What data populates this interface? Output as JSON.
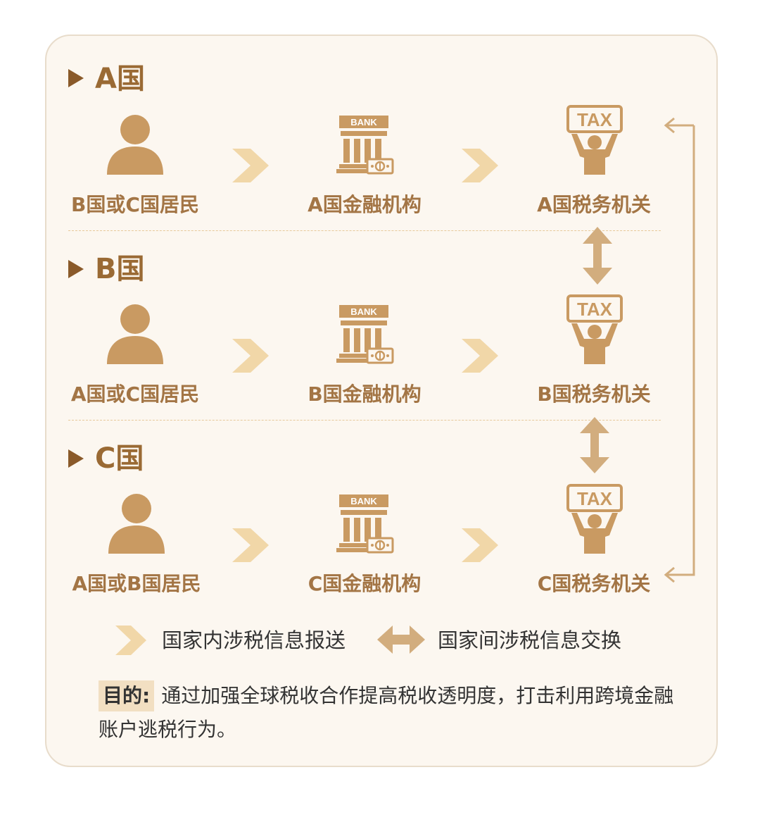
{
  "sections": [
    {
      "title": "A国",
      "resident_label": "B国或C国居民",
      "bank_label": "A国金融机构",
      "tax_label": "A国税务机关"
    },
    {
      "title": "B国",
      "resident_label": "A国或C国居民",
      "bank_label": "B国金融机构",
      "tax_label": "B国税务机关"
    },
    {
      "title": "C国",
      "resident_label": "A国或B国居民",
      "bank_label": "C国金融机构",
      "tax_label": "C国税务机关"
    }
  ],
  "icons": {
    "bank_text": "BANK",
    "tax_text": "TAX"
  },
  "legend": {
    "domestic": "国家内涉税信息报送",
    "international": "国家间涉税信息交换"
  },
  "goal": {
    "label": "目的:",
    "text": "通过加强全球税收合作提高税收透明度，打击利用跨境金融账户逃税行为。"
  },
  "colors": {
    "primary": "#c99a62",
    "title": "#9a6a34",
    "chevron": "#f1d7a8",
    "border": "#e8dccb",
    "background": "#fcf7f0"
  }
}
